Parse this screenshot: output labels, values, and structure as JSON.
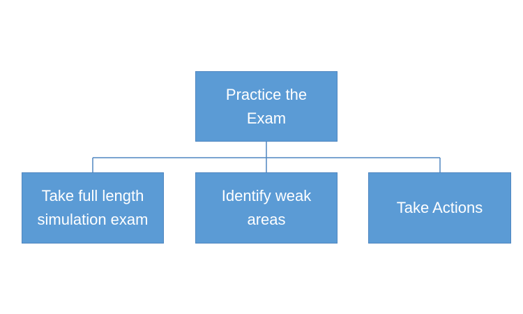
{
  "diagram": {
    "root": {
      "label": "Practice the\nExam"
    },
    "children": [
      {
        "label": "Take full length\nsimulation exam"
      },
      {
        "label": "Identify weak\nareas"
      },
      {
        "label": "Take Actions"
      }
    ]
  },
  "colors": {
    "node_fill": "#5b9bd5",
    "node_border": "#4f86c0",
    "connector": "#4f86c0",
    "text": "#ffffff",
    "background": "#ffffff"
  }
}
